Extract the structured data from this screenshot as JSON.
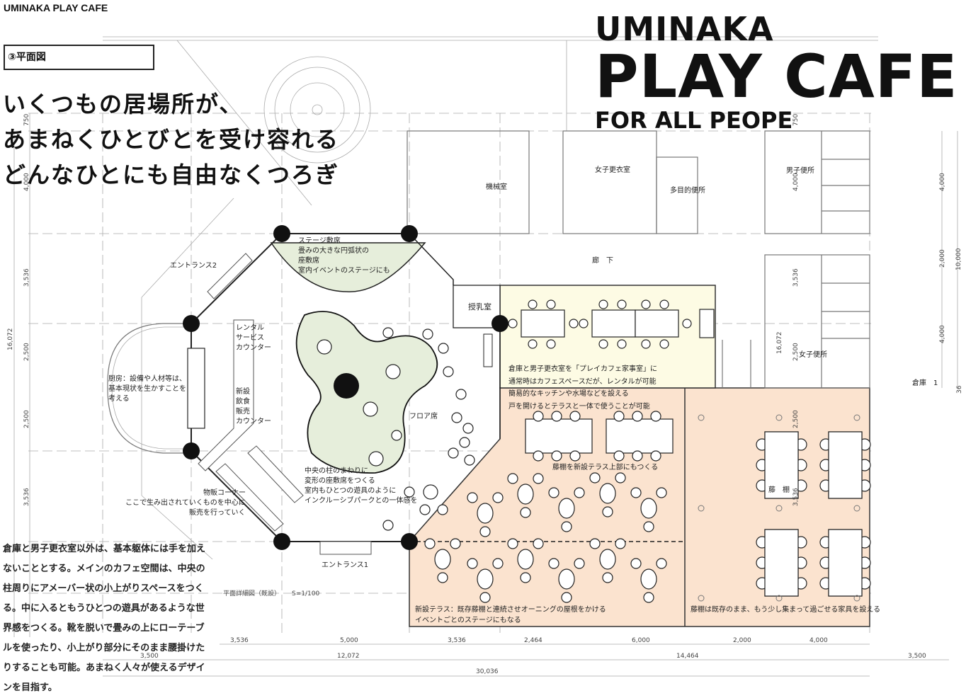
{
  "header": {
    "title": "UMINAKA PLAY CAFE",
    "section": "③平面図"
  },
  "headline": [
    "いくつもの居場所が、",
    "あまねくひとびとを受け容れる",
    "どんなひとにも自由なくつろぎ"
  ],
  "logo": {
    "line1": "UMINAKA",
    "line2": "PLAY CAFE",
    "line3": "FOR ALL PEOPE"
  },
  "description": [
    "倉庫と男子更衣室以外は、基本躯体には手を加え",
    "ないこととする。メインのカフェ空間は、中央の",
    "柱周りにアメーバー状の小上がりスペースをつく",
    "る。中に入るともうひとつの遊具があるような世",
    "界感をつくる。靴を脱いで畳みの上にローテーブ",
    "ルを使ったり、小上がり部分にそのまま腰掛けた",
    "りすることも可能。あまねく人々が使えるデザイ",
    "ンを目指す。"
  ],
  "rooms": {
    "machine": "機械室",
    "womens_locker": "女子更衣室",
    "multi_toilet": "多目的便所",
    "mens_toilet": "男子便所",
    "womens_toilet": "女子便所",
    "corridor": "廊　下",
    "nursing": "授乳室",
    "storage": "倉庫　1",
    "wisteria": "藤　棚",
    "entrance1": "エントランス1",
    "entrance2": "エントランス2",
    "floor_seats": "フロア席"
  },
  "notes": {
    "stage": [
      "ステージ敷席",
      "畳みの大きな円弧状の",
      "座敷席",
      "室内イベントのステージにも"
    ],
    "kitchen": [
      "厨房：設備や人材等は、",
      "基本現状を生かすことを",
      "考える"
    ],
    "rental_counter": [
      "レンタル",
      "サービス",
      "カウンター"
    ],
    "food_counter": [
      "新設",
      "飲食",
      "販売",
      "カウンター"
    ],
    "shop": [
      "物販コーナー",
      "ここで生み出されていくものを中心に",
      "販売を行っていく"
    ],
    "amoeba": [
      "中央の柱のまわりに",
      "変形の座敷席をつくる",
      "室内もひとつの遊具のように",
      "インクルーシブパークとの一体感を"
    ],
    "kaji_room": [
      "倉庫と男子更衣室を「プレイカフェ家事室」に",
      "通常時はカフェスペースだが、レンタルが可能",
      "簡易的なキッチンや水場などを設える",
      "戸を開けるとテラスと一体で使うことが可能"
    ],
    "pergola_new": "藤棚を新設テラス上部にもつくる",
    "terrace": [
      "新設テラス：既存藤棚と連続させオーニングの屋根をかける",
      "イベントごとのステージにもなる"
    ],
    "pergola_existing": "藤棚は既存のまま、もう少し集まって過ごせる家具を設える",
    "scale": [
      "平面詳細図（既設）",
      "S=1/100"
    ]
  },
  "dimensions": {
    "bottom1": [
      "3,536",
      "5,000",
      "3,536",
      "2,464",
      "6,000",
      "2,000",
      "4,000"
    ],
    "bottom2": [
      "3,500",
      "12,072",
      "14,464",
      "3,500"
    ],
    "bottom3": "30,036",
    "left": [
      "750",
      "4,000",
      "3,536",
      "16,072",
      "2,500",
      "2,500",
      "3,536"
    ],
    "inner": [
      "750",
      "4,000",
      "3,536",
      "16,072",
      "2,500",
      "2,500",
      "3,536"
    ],
    "right": [
      "4,000",
      "2,000",
      "10,000",
      "4,000",
      "36"
    ]
  },
  "colors": {
    "stage": "#e6eedb",
    "kaji": "#fdfbe4",
    "terrace": "#fbe3cf"
  }
}
